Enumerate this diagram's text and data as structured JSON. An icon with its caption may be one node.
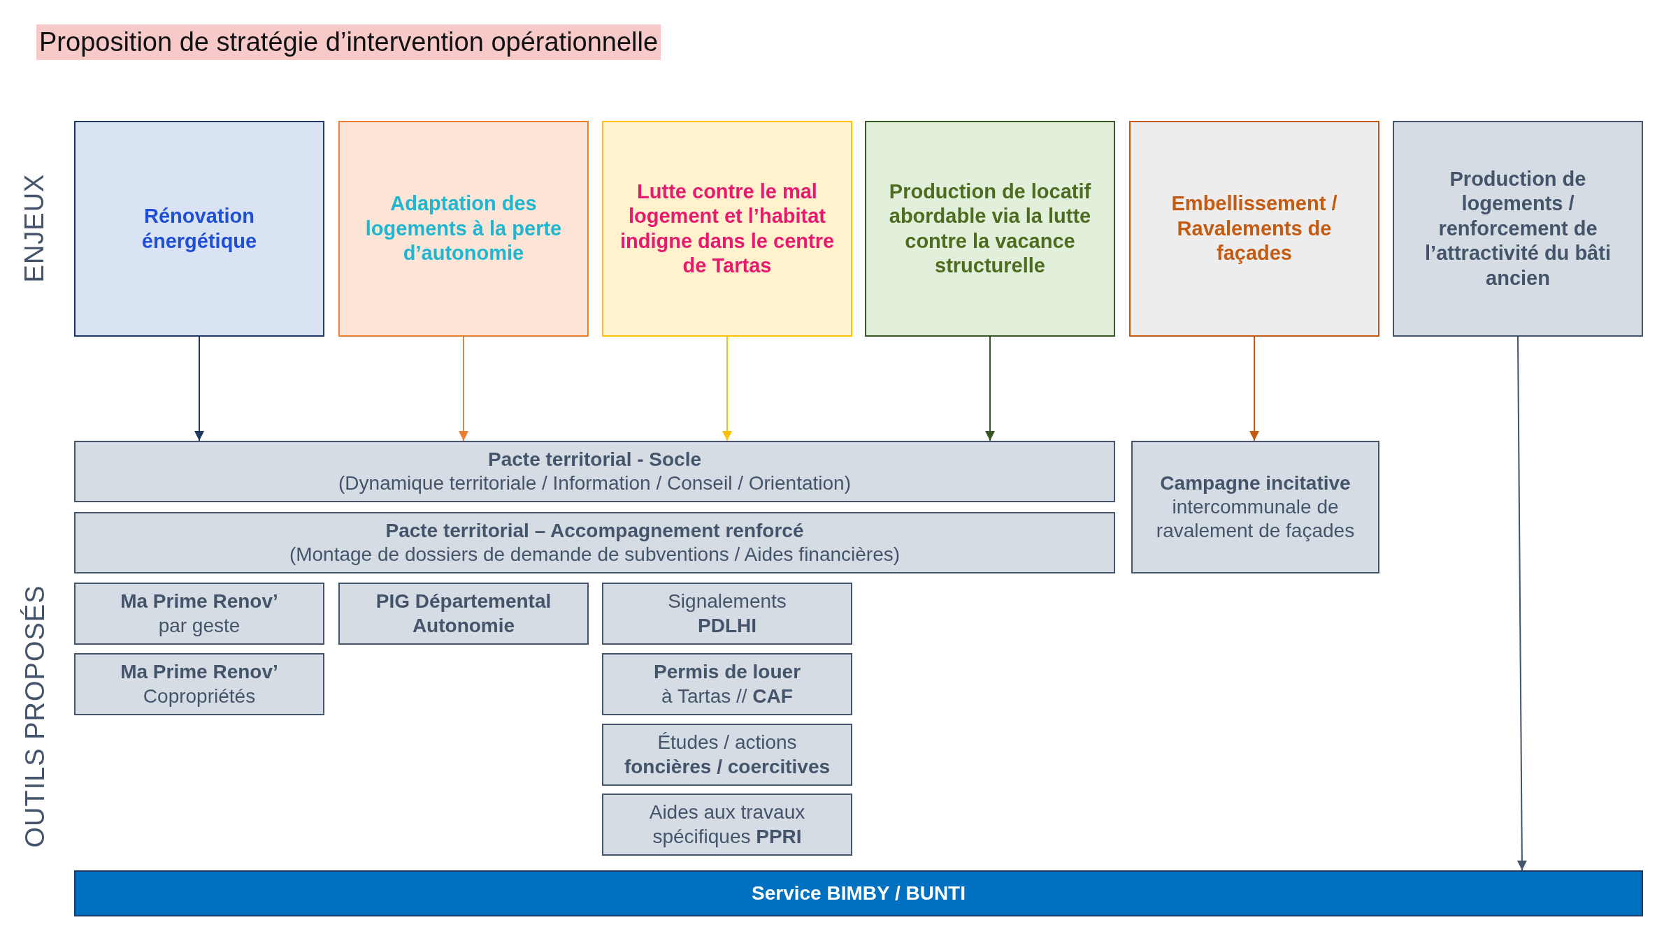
{
  "diagram": {
    "title": "Proposition de stratégie d’intervention opérationnelle",
    "nodes": [
      {
        "text": [
          "Rénovation énergétique"
        ]
      },
      {
        "text": [
          "Adaptation des logements à la perte d’autonomie"
        ]
      },
      {
        "text": [
          "Lutte contre le mal logement et l’habitat indigne dans le centre de Tartas"
        ]
      },
      {
        "text": [
          "Production de locatif abordable via la lutte contre la vacance structurelle"
        ]
      },
      {
        "text": [
          "Embellissement / Ravalements de façades"
        ]
      },
      {
        "text": [
          "Production de logements / renforcement de l’attractivité du bâti ancien"
        ]
      },
      {
        "text": [
          "Pacte territorial - Socle",
          "(Dynamique territoriale / Information / Conseil / Orientation)"
        ]
      },
      {
        "text": [
          "Campagne incitative",
          "intercommunale de ravalement de façades"
        ]
      },
      {
        "text": [
          "Pacte territorial – Accompagnement renforcé",
          "(Montage de dossiers de demande de subventions / Aides financières)"
        ]
      },
      {
        "text": [
          "Ma Prime Renov’",
          "par geste"
        ]
      },
      {
        "text": [
          "PIG Départemental Autonomie"
        ]
      },
      {
        "text": [
          "Signalements",
          "PDLHI"
        ]
      },
      {
        "text": [
          "Ma Prime Renov’",
          "Copropriétés"
        ]
      },
      {
        "text": [
          "Permis de louer",
          "à Tartas // **CAF**"
        ]
      },
      {
        "text": [
          "Études / actions",
          "foncières / coercitives"
        ]
      },
      {
        "text": [
          "Aides aux travaux spécifiques **PPRI**"
        ]
      },
      {
        "text": [
          "Service BIMBY / BUNTI"
        ]
      }
    ],
    "edges": [
      {
        "from": 0,
        "to": 6,
        "arrow": "to",
        "color": "#1f3864"
      },
      {
        "from": 1,
        "to": 6,
        "arrow": "to",
        "color": "#ed7d31"
      },
      {
        "from": 2,
        "to": 6,
        "arrow": "to",
        "color": "#ffc000"
      },
      {
        "from": 3,
        "to": 6,
        "arrow": "to",
        "color": "#375623"
      },
      {
        "from": 4,
        "to": 7,
        "arrow": "to",
        "color": "#c55a11"
      },
      {
        "from": 5,
        "to": 16,
        "arrow": "to",
        "color": "#44546a"
      }
    ],
    "labels": [
      "ENJEUX",
      "OUTILS PROPOSÉS"
    ]
  }
}
